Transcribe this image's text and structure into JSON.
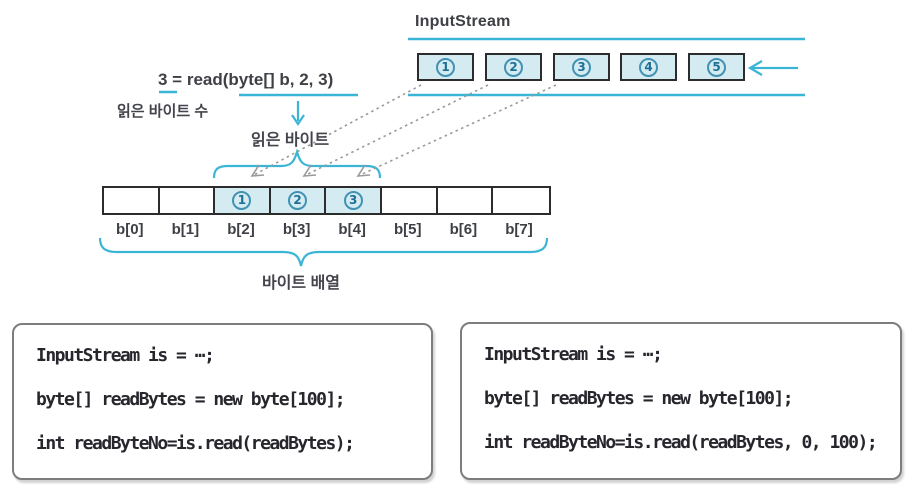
{
  "figure": {
    "stream": {
      "title": "InputStream",
      "items": [
        "1",
        "2",
        "3",
        "4",
        "5"
      ]
    },
    "call": {
      "expression": "3 = read(byte[] b, 2, 3)",
      "read_count_label": "읽은 바이트 수",
      "read_bytes_label": "읽은 바이트",
      "byte_array_label": "바이트 배열"
    },
    "array": {
      "cells": [
        {
          "label": "b[0]",
          "value": ""
        },
        {
          "label": "b[1]",
          "value": ""
        },
        {
          "label": "b[2]",
          "value": "1"
        },
        {
          "label": "b[3]",
          "value": "2"
        },
        {
          "label": "b[4]",
          "value": "3"
        },
        {
          "label": "b[5]",
          "value": ""
        },
        {
          "label": "b[6]",
          "value": ""
        },
        {
          "label": "b[7]",
          "value": ""
        }
      ]
    }
  },
  "code_boxes": [
    {
      "lines": [
        "InputStream is = ⋯;",
        "byte[] readBytes = new byte[100];",
        "int readByteNo=is.read(readBytes);"
      ]
    },
    {
      "lines": [
        "InputStream is = ⋯;",
        "byte[] readBytes = new byte[100];",
        "int readByteNo=is.read(readBytes, 0, 100);"
      ]
    }
  ],
  "colors": {
    "accent_cyan": "#3ab5d5",
    "cell_fill": "#d4ebf2",
    "circle_teal": "#2c7fa3",
    "dotted_gray": "#9a9a9a"
  }
}
